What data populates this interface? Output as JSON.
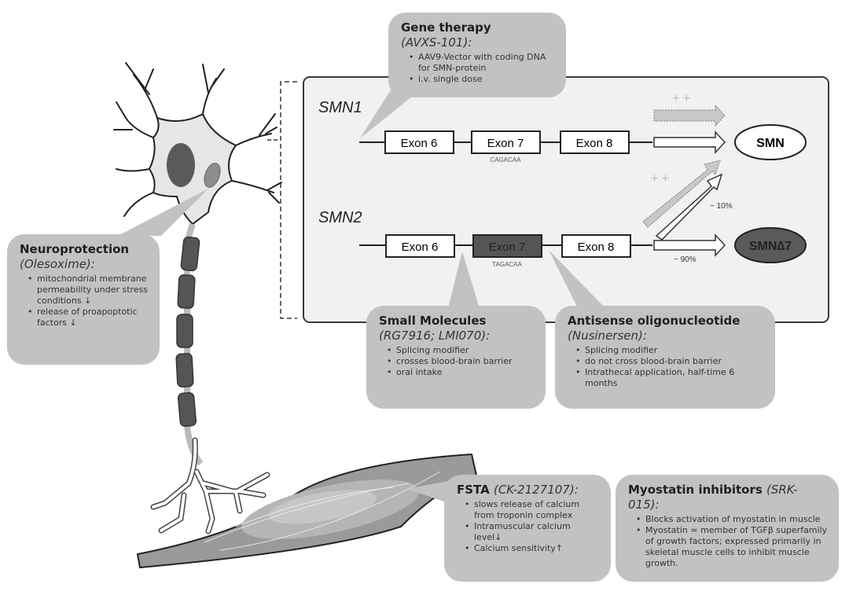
{
  "genes": {
    "smn1": {
      "label": "SMN1",
      "exons": [
        "Exon 6",
        "Exon 7",
        "Exon 8"
      ],
      "exon7_sequence": "CAGACAA",
      "product": "SMN",
      "enhancement_mark": "+ +"
    },
    "smn2": {
      "label": "SMN2",
      "exons": [
        "Exon 6",
        "Exon 7",
        "Exon 8"
      ],
      "exon7_sequence": "TAGACAA",
      "product": "SMN∆7",
      "enhancement_mark": "+ +",
      "full_length_fraction": "~ 10%",
      "truncated_fraction": "~ 90%"
    }
  },
  "callouts": {
    "gene_therapy": {
      "title": "Gene therapy",
      "drug": "(AVXS-101):",
      "bullets": [
        "AAV9-Vector with coding DNA for SMN-protein",
        "i.v. single dose"
      ]
    },
    "neuroprotection": {
      "title": "Neuroprotection",
      "drug": "(Olesoxime):",
      "bullets": [
        "mitochondrial membrane permeability under stress conditions ↓",
        "release of proapoptotic factors ↓"
      ]
    },
    "small_molecules": {
      "title": "Small Molecules",
      "drug": "(RG7916; LMI070):",
      "bullets": [
        "Splicing modifier",
        "crosses blood-brain barrier",
        "oral intake"
      ]
    },
    "antisense": {
      "title": "Antisense oligonucleotide",
      "drug": "(Nusinersen):",
      "bullets": [
        "Splicing modifier",
        "do not cross blood-brain barrier",
        "Intrathecal application, half-time 6 months"
      ]
    },
    "fsta": {
      "title": "FSTA",
      "drug": "(CK-2127107):",
      "bullets": [
        "slows release of calcium from troponin complex",
        "Intramuscular calcium level↓",
        "Calcium sensitivity↑"
      ]
    },
    "myostatin": {
      "title": "Myostatin inhibitors",
      "drug": "(SRK-015):",
      "bullets": [
        "Blocks activation of myostatin in muscle",
        "Myostatin = member of TGFβ superfamily of growth factors; expressed primarily in skeletal muscle cells to inhibit muscle growth."
      ]
    }
  },
  "colors": {
    "callout_fill": "#c2c2c2",
    "panel_fill": "#f0f1f2",
    "exon7_smn2_fill": "#555555",
    "nucleus_fill": "#5a5a5a",
    "cell_fill": "#e6e6e6",
    "muscle_fill": "#9a9a9a"
  }
}
